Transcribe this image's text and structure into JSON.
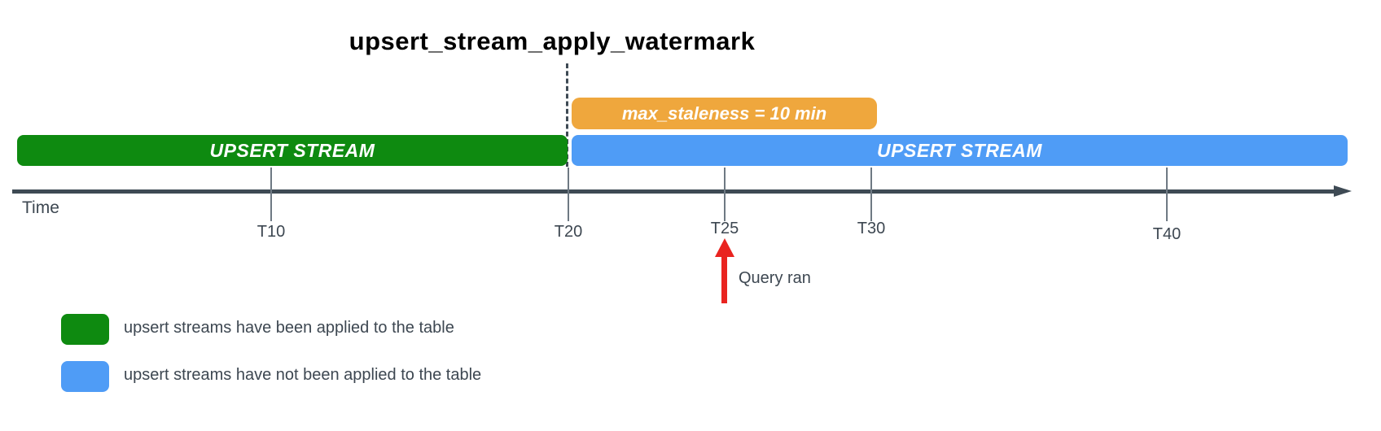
{
  "title": "upsert_stream_apply_watermark",
  "colors": {
    "applied_green": "#0e8a10",
    "pending_blue": "#4f9cf6",
    "staleness_orange": "#efa73d",
    "arrow_red": "#e92420",
    "axis_dark": "#3e4a54",
    "tick_gray": "#6e7983",
    "label_text": "#3d4751"
  },
  "staleness_badge": {
    "label": "max_staleness = 10 min"
  },
  "bars": {
    "applied": {
      "label": "UPSERT STREAM"
    },
    "pending": {
      "label": "UPSERT STREAM"
    }
  },
  "timeline": {
    "axis_label": "Time",
    "ticks": [
      {
        "label": "T10"
      },
      {
        "label": "T20"
      },
      {
        "label": "T25"
      },
      {
        "label": "T30"
      },
      {
        "label": "T40"
      }
    ]
  },
  "query_event": {
    "label": "Query ran"
  },
  "legend": {
    "items": [
      {
        "color": "applied_green",
        "label": "upsert streams have been applied to the table"
      },
      {
        "color": "pending_blue",
        "label": "upsert streams have not been applied to the table"
      }
    ]
  }
}
